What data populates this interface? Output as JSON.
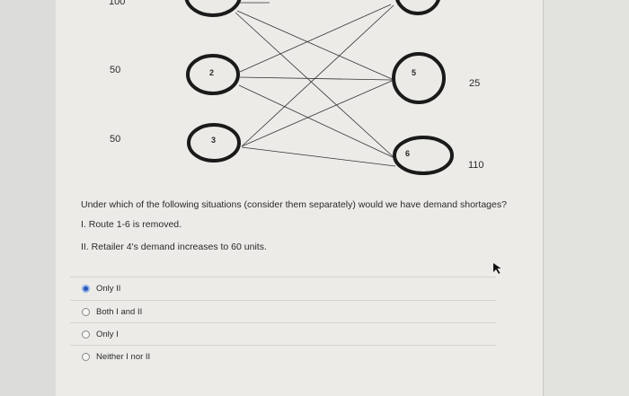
{
  "diagram": {
    "supplies": [
      "100",
      "50",
      "50"
    ],
    "demands": [
      "25",
      "110"
    ],
    "nodes": [
      "2",
      "3",
      "5",
      "6"
    ]
  },
  "question": {
    "prompt": "Under which of the following situations (consider them separately) would we have demand shortages?",
    "statement1": "I. Route 1-6 is removed.",
    "statement2": "II. Retailer 4's demand increases to 60 units."
  },
  "options": [
    {
      "label": "Only II",
      "selected": true
    },
    {
      "label": "Both I and II",
      "selected": false
    },
    {
      "label": "Only I",
      "selected": false
    },
    {
      "label": "Neither I nor II",
      "selected": false
    }
  ],
  "colors": {
    "selected_radio": "#2a55b8"
  }
}
